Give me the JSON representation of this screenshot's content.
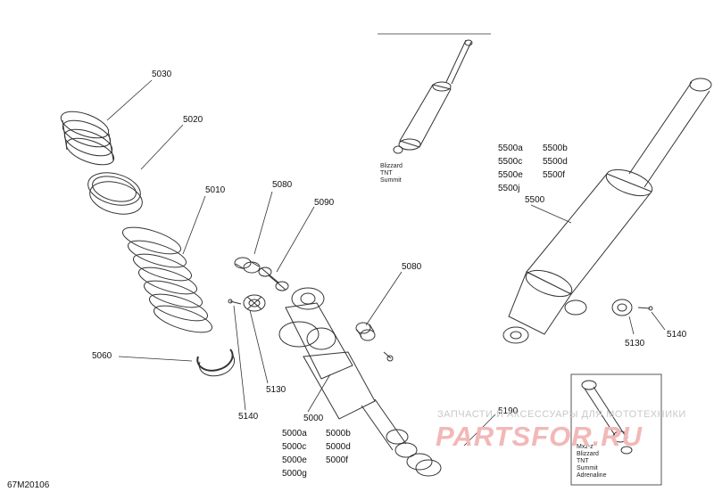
{
  "diagram_id": "67M20106",
  "callouts": {
    "c5030": "5030",
    "c5020": "5020",
    "c5010": "5010",
    "c5080a": "5080",
    "c5090": "5090",
    "c5080b": "5080",
    "c5060": "5060",
    "c5130a": "5130",
    "c5140a": "5140",
    "c5000": "5000",
    "c5190": "5190",
    "c5500": "5500",
    "c5130b": "5130",
    "c5140b": "5140"
  },
  "variants_5000": {
    "col1": [
      "5000a",
      "5000c",
      "5000e",
      "5000g"
    ],
    "col2": [
      "5000b",
      "5000d",
      "5000f"
    ]
  },
  "variants_5500": {
    "col1": [
      "5500a",
      "5500c",
      "5500e",
      "5500j"
    ],
    "col2": [
      "5500b",
      "5500d",
      "5500f"
    ]
  },
  "top_model_note": [
    "Blizzard",
    "TNT",
    "Summit"
  ],
  "inset_model_note": [
    "Mxz-z",
    "Blizzard",
    "TNT",
    "Summit",
    "Adrenaline"
  ],
  "watermark": {
    "tagline": "ЗАПЧАСТИ И АКСЕССУАРЫ ДЛЯ МОТОТЕХНИКИ",
    "logo": "PARTSFOR.RU"
  },
  "colors": {
    "line": "#333333",
    "watermark_logo": "#f2b8b8",
    "watermark_text": "#c9c9c9"
  }
}
